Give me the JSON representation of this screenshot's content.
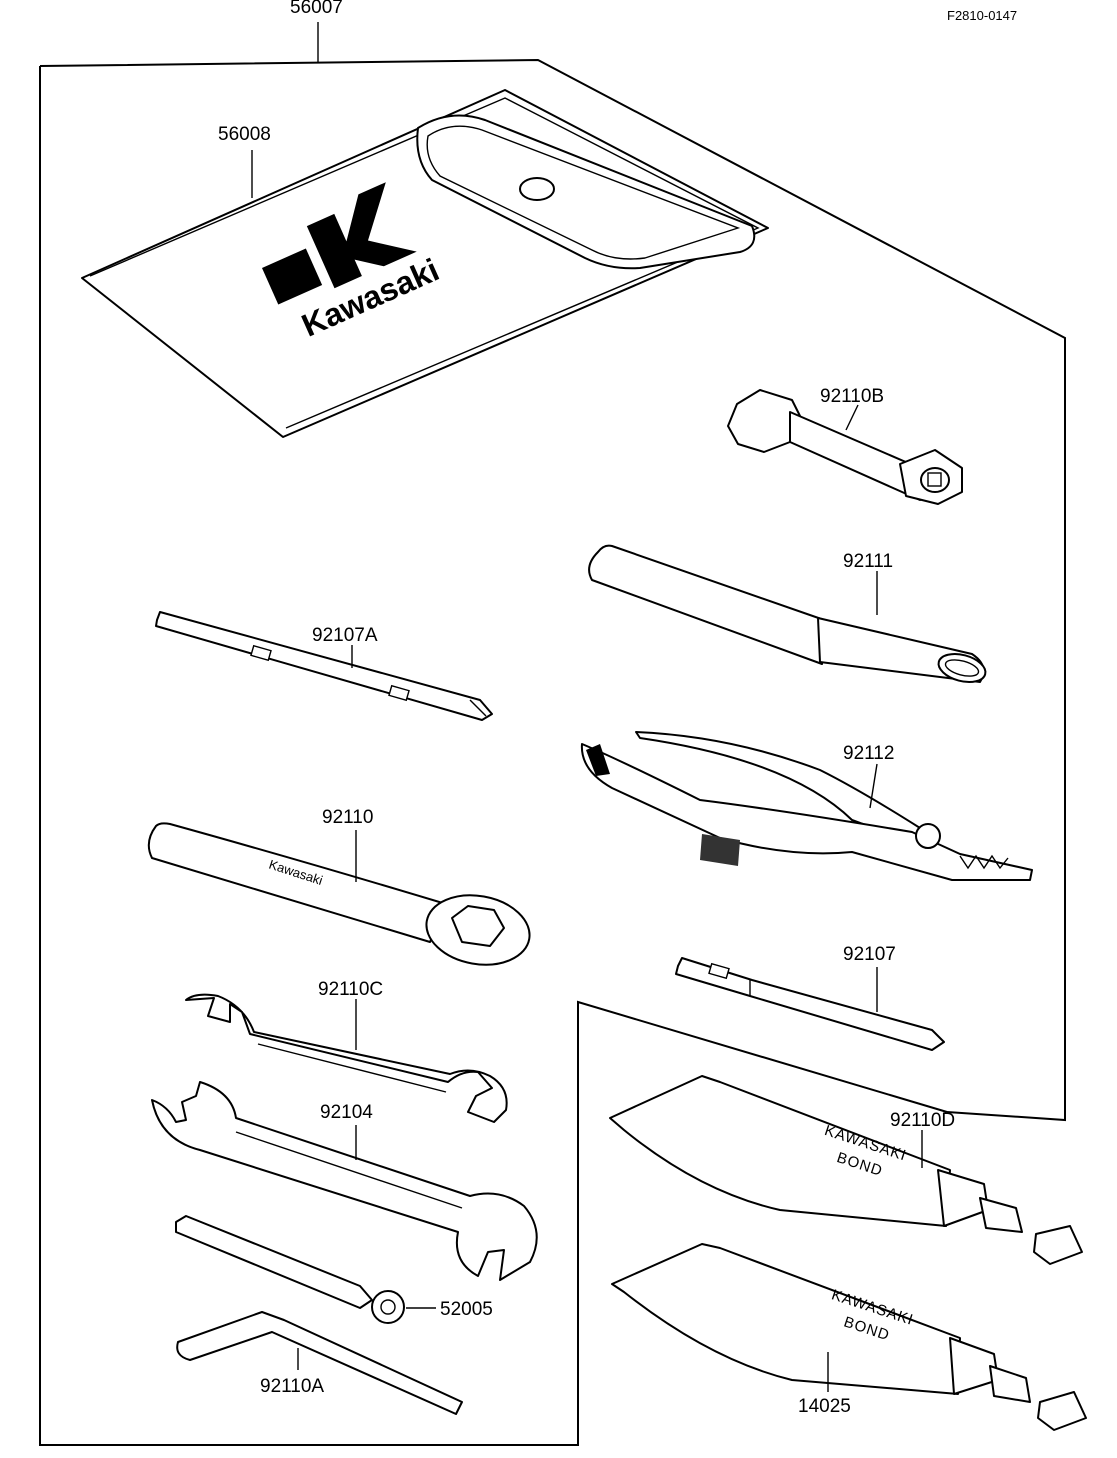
{
  "figure_code": "F2810-0147",
  "brand_text": "Kawasaki",
  "tube_text": {
    "line1": "KAWASAKI",
    "line2": "BOND"
  },
  "parts": [
    {
      "id": "56007",
      "name": "56007"
    },
    {
      "id": "56008",
      "name": "56008"
    },
    {
      "id": "92110B",
      "name": "92110B"
    },
    {
      "id": "92111",
      "name": "92111"
    },
    {
      "id": "92107A",
      "name": "92107A"
    },
    {
      "id": "92112",
      "name": "92112"
    },
    {
      "id": "92110",
      "name": "92110"
    },
    {
      "id": "92107",
      "name": "92107"
    },
    {
      "id": "92110C",
      "name": "92110C"
    },
    {
      "id": "92104",
      "name": "92104"
    },
    {
      "id": "92110D",
      "name": "92110D"
    },
    {
      "id": "52005",
      "name": "52005"
    },
    {
      "id": "14025",
      "name": "14025"
    },
    {
      "id": "92110A",
      "name": "92110A"
    }
  ]
}
